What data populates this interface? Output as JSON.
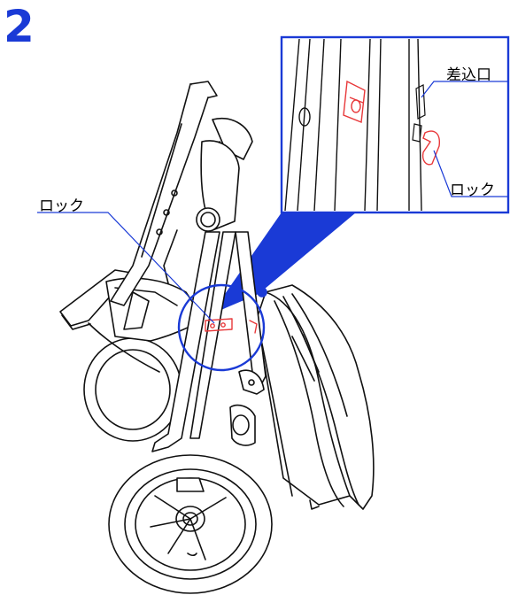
{
  "step": {
    "number": "2"
  },
  "callouts": {
    "lock_left": "ロック",
    "insert_slot": "差込口",
    "lock_right": "ロック"
  },
  "colors": {
    "accent_blue": "#1a3ad6",
    "lock_red": "#e8383a",
    "line": "#111111"
  }
}
